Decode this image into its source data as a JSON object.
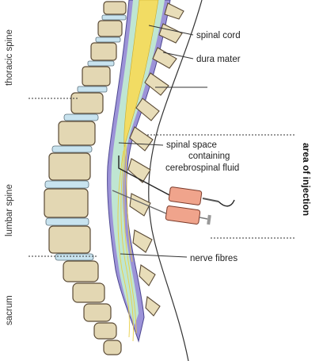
{
  "labels": {
    "spinal_cord": "spinal cord",
    "dura_mater": "dura mater",
    "spinal_space": "spinal space",
    "containing": "containing",
    "cerebrospinal_fluid": "cerebrospinal fluid",
    "nerve_fibres": "nerve fibres"
  },
  "regions": {
    "thoracic": "thoracic spine",
    "lumbar": "lumbar spine",
    "sacrum": "sacrum"
  },
  "side_label": "area of injection",
  "colors": {
    "vertebra": "#e3d7b3",
    "disc": "#c8e3ef",
    "dura": "#9c93d8",
    "csf": "#bfe6d2",
    "cord": "#f2dc63",
    "syringe": "#f0a48c"
  }
}
